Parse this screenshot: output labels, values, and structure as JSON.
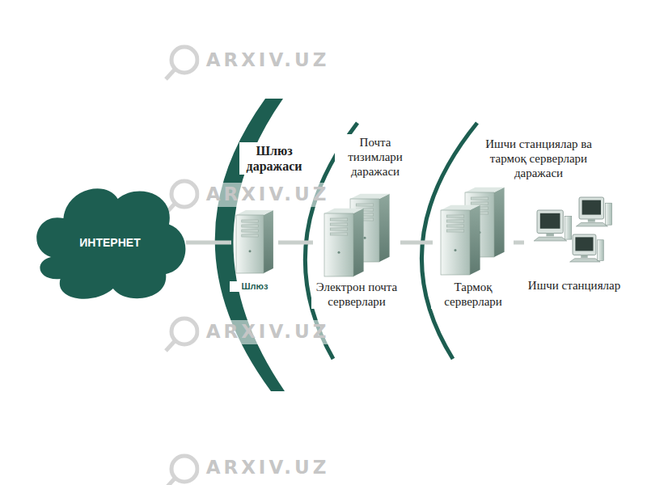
{
  "diagram": {
    "nodes": [
      {
        "text": [
          "ИНТЕРНЕТ"
        ]
      },
      {
        "text": [
          "Шлюз"
        ]
      },
      {
        "text": [
          "Электрон почта серверлари"
        ]
      },
      {
        "text": [
          "Тармоқ серверлари"
        ]
      },
      {
        "text": [
          "Ишчи станциялар"
        ]
      }
    ],
    "edges": [
      {
        "from": 0,
        "to": 1,
        "arrow": "none"
      },
      {
        "from": 1,
        "to": 2,
        "arrow": "none"
      },
      {
        "from": 2,
        "to": 3,
        "arrow": "none"
      },
      {
        "from": 3,
        "to": 4,
        "arrow": "none"
      }
    ],
    "labels": [
      "Шлюз даражаси",
      "Почта тизимлари даражаси",
      "Ишчи станциялар ва тармоқ серверлари даражаси",
      "ARXIV.UZ",
      "ARXIV.UZ",
      "ARXIV.UZ",
      "ARXIV.UZ"
    ]
  }
}
